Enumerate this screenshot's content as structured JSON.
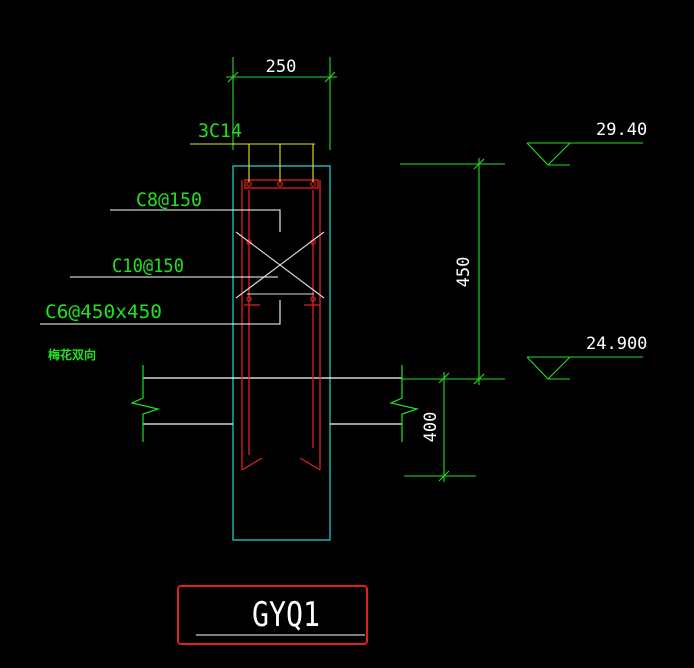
{
  "colors": {
    "background": "#000000",
    "cyan": "#22d6d6",
    "red": "#e02020",
    "yellow": "#e8e81a",
    "green": "#22e022",
    "white": "#ffffff",
    "highlight": "#e02020"
  },
  "dimensions": {
    "top_width": "250",
    "wall_height": "450",
    "slab_depth": "400"
  },
  "rebar": {
    "top_bars": "3C14",
    "stirrup": "C8@150",
    "diagonal": "C10@150",
    "tie": "C6@450x450",
    "tie_note": "梅花双向"
  },
  "elevations": {
    "top": "29.40",
    "bottom": "24.900"
  },
  "title": {
    "label": "GYQ1"
  }
}
